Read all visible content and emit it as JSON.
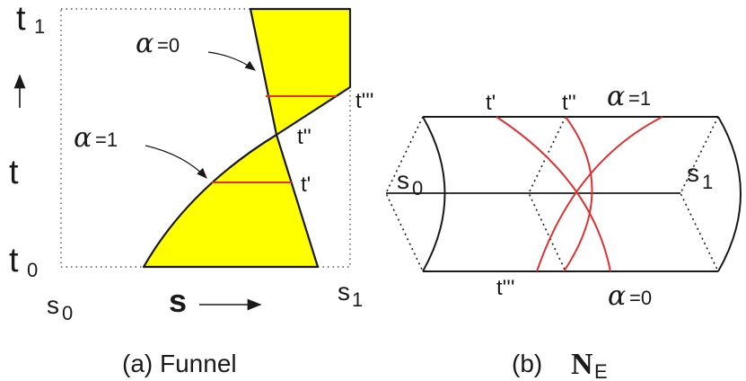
{
  "left": {
    "t_top": "t",
    "t_top_sub": "1",
    "t_bottom": "t",
    "t_bottom_sub": "0",
    "t_axis": "t",
    "s_left": "s",
    "s_left_sub": "0",
    "s_right": "s",
    "s_right_sub": "1",
    "s_axis": "s",
    "alpha0_sym": "α",
    "alpha0_eq": "=0",
    "alpha1_sym": "α",
    "alpha1_eq": "=1",
    "t_triple_prime": "t'''",
    "t_double_prime": "t''",
    "t_prime": "t'",
    "caption": "(a) Funnel",
    "fill_color": "#ffff00"
  },
  "right": {
    "t_prime": "t'",
    "t_double_prime": "t''",
    "t_triple_prime": "t'''",
    "alpha1_sym": "α",
    "alpha1_eq": "=1",
    "alpha0_sym": "α",
    "alpha0_eq": "=0",
    "s0": "s",
    "s0_sub": "0",
    "s1": "s",
    "s1_sub": "1",
    "caption_prefix": "(b)",
    "caption_symbol": "N",
    "caption_sub": "E",
    "curve_color": "#e03030"
  }
}
